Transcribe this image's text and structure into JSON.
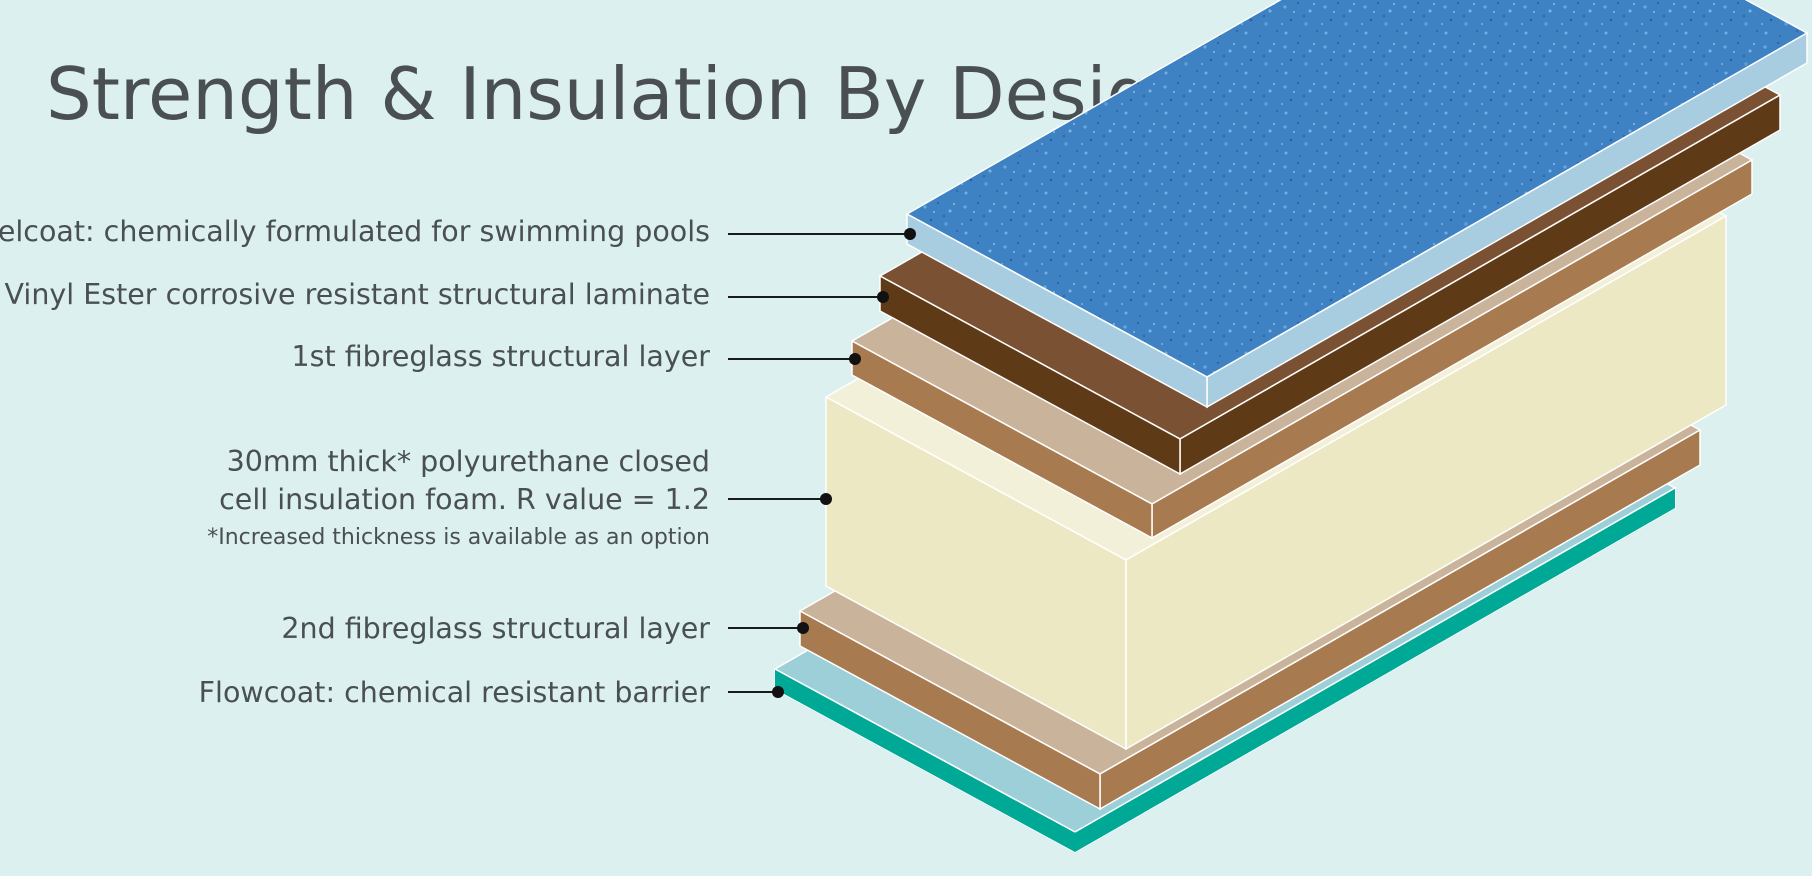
{
  "title": "Strength & Insulation By Design",
  "layers": [
    {
      "label": "Gelcoat: chemically formulated for swimming pools"
    },
    {
      "label": "Vinyl Ester corrosive resistant structural laminate"
    },
    {
      "label": "1st fibreglass structural layer"
    },
    {
      "label": "30mm thick* polyurethane closed",
      "label2": "cell insulation foam. R value = 1.2",
      "note": "*Increased thickness is available as an option"
    },
    {
      "label": "2nd fibreglass structural layer"
    },
    {
      "label": "Flowcoat: chemical resistant barrier"
    }
  ],
  "colors": {
    "background": "#dbf0ef",
    "gelcoat": "#3d7fc1",
    "vinyl_ester": "#7a4f2d",
    "fibreglass_top": "#c9b39a",
    "fibreglass_side": "#a87a50",
    "foam": "#ece8c4",
    "flowcoat_top": "#9ccfd8",
    "flowcoat_side": "#00a896",
    "text": "#4a4f52"
  }
}
